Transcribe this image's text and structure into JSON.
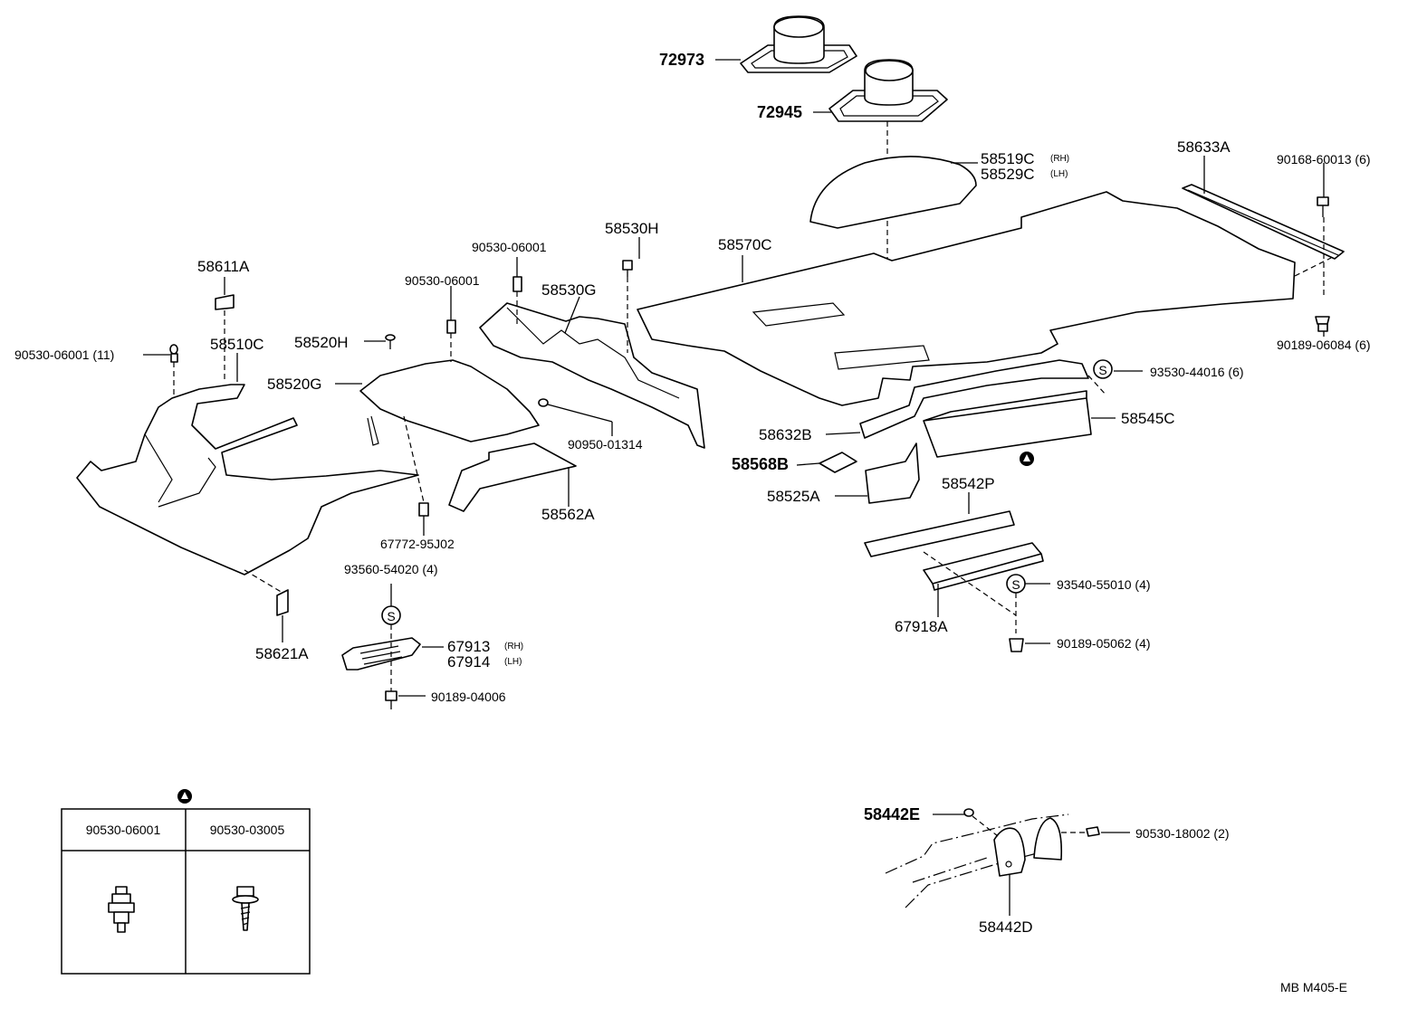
{
  "parts": {
    "p72973": "72973",
    "p72945": "72945",
    "p58519C": "58519C",
    "p58519C_side": "(RH)",
    "p58529C": "58529C",
    "p58529C_side": "(LH)",
    "p58633A": "58633A",
    "p90168": "90168-60013 (6)",
    "p58530H": "58530H",
    "p58570C": "58570C",
    "p90530_a": "90530-06001",
    "p58530G": "58530G",
    "p90530_b": "90530-06001",
    "p58611A": "58611A",
    "p58520H": "58520H",
    "p58510C": "58510C",
    "p90530_c": "90530-06001 (11)",
    "p58520G": "58520G",
    "p90189_06084": "90189-06084 (6)",
    "p93530": "93530-44016 (6)",
    "p58632B": "58632B",
    "p58545C": "58545C",
    "p90950": "90950-01314",
    "p58568B": "58568B",
    "p58525A": "58525A",
    "p58542P": "58542P",
    "p58562A": "58562A",
    "p67772": "67772-95J02",
    "p93560": "93560-54020 (4)",
    "p93540": "93540-55010 (4)",
    "p67918A": "67918A",
    "p90189_05062": "90189-05062 (4)",
    "p58621A": "58621A",
    "p67913": "67913",
    "p67913_side": "(RH)",
    "p67914": "67914",
    "p67914_side": "(LH)",
    "p90189_04006": "90189-04006",
    "p58442E": "58442E",
    "p90530_18002": "90530-18002 (2)",
    "p58442D": "58442D"
  },
  "symbols": {
    "s_mark": "S",
    "triangle_icon": "triangle-marker"
  },
  "legend": {
    "col1": "90530-06001",
    "col2": "90530-03005"
  },
  "footer": {
    "code": "MB  M405-E"
  }
}
